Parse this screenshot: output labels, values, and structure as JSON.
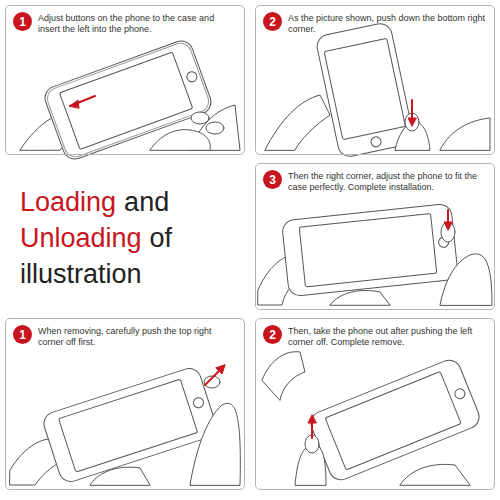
{
  "diagram": {
    "nodes": [
      {
        "text": [
          "Adjust buttons on the phone to the case and insert the left into the phone."
        ]
      },
      {
        "text": [
          "1"
        ],
        "in": 0
      },
      {
        "text": [
          "As the picture shown, push down the bottom right corner."
        ]
      },
      {
        "text": [
          "2"
        ],
        "in": 2
      },
      {
        "text": [
          "Then the right corner, adjust the phone to fit the case perfectly. Complete installation."
        ]
      },
      {
        "text": [
          "3"
        ],
        "in": 4
      },
      {
        "text": [
          "When removing, carefully push the top right corner off first."
        ]
      },
      {
        "text": [
          "1"
        ],
        "in": 6
      },
      {
        "text": [
          "Then, take the phone out after pushing the left corner off. Complete remove."
        ]
      },
      {
        "text": [
          "2"
        ],
        "in": 8
      }
    ],
    "labels": [
      "Loading",
      "and",
      "Unloading",
      "of",
      "illustration"
    ]
  }
}
